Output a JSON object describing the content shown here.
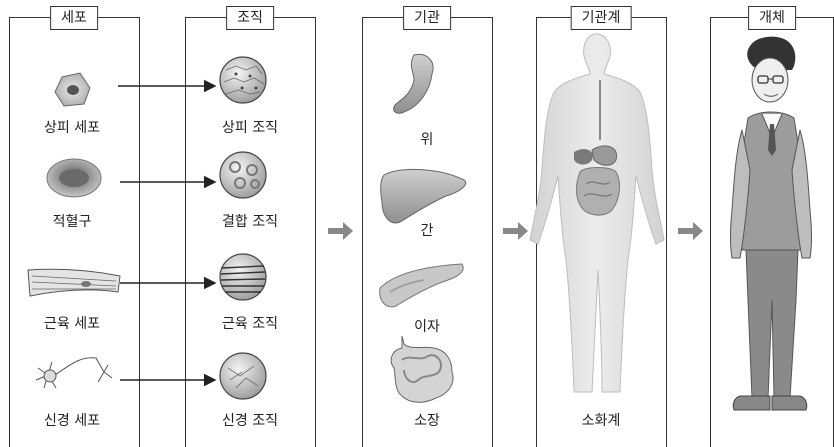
{
  "columns": [
    {
      "title": "세포",
      "items": [
        "상피 세포",
        "적혈구",
        "근육 세포",
        "신경 세포"
      ]
    },
    {
      "title": "조직",
      "items": [
        "상피 조직",
        "결합 조직",
        "근육 조직",
        "신경 조직"
      ]
    },
    {
      "title": "기관",
      "items": [
        "위",
        "간",
        "이자",
        "소장"
      ]
    },
    {
      "title": "기관계",
      "items": [
        "소화계"
      ]
    },
    {
      "title": "개체",
      "items": []
    }
  ]
}
